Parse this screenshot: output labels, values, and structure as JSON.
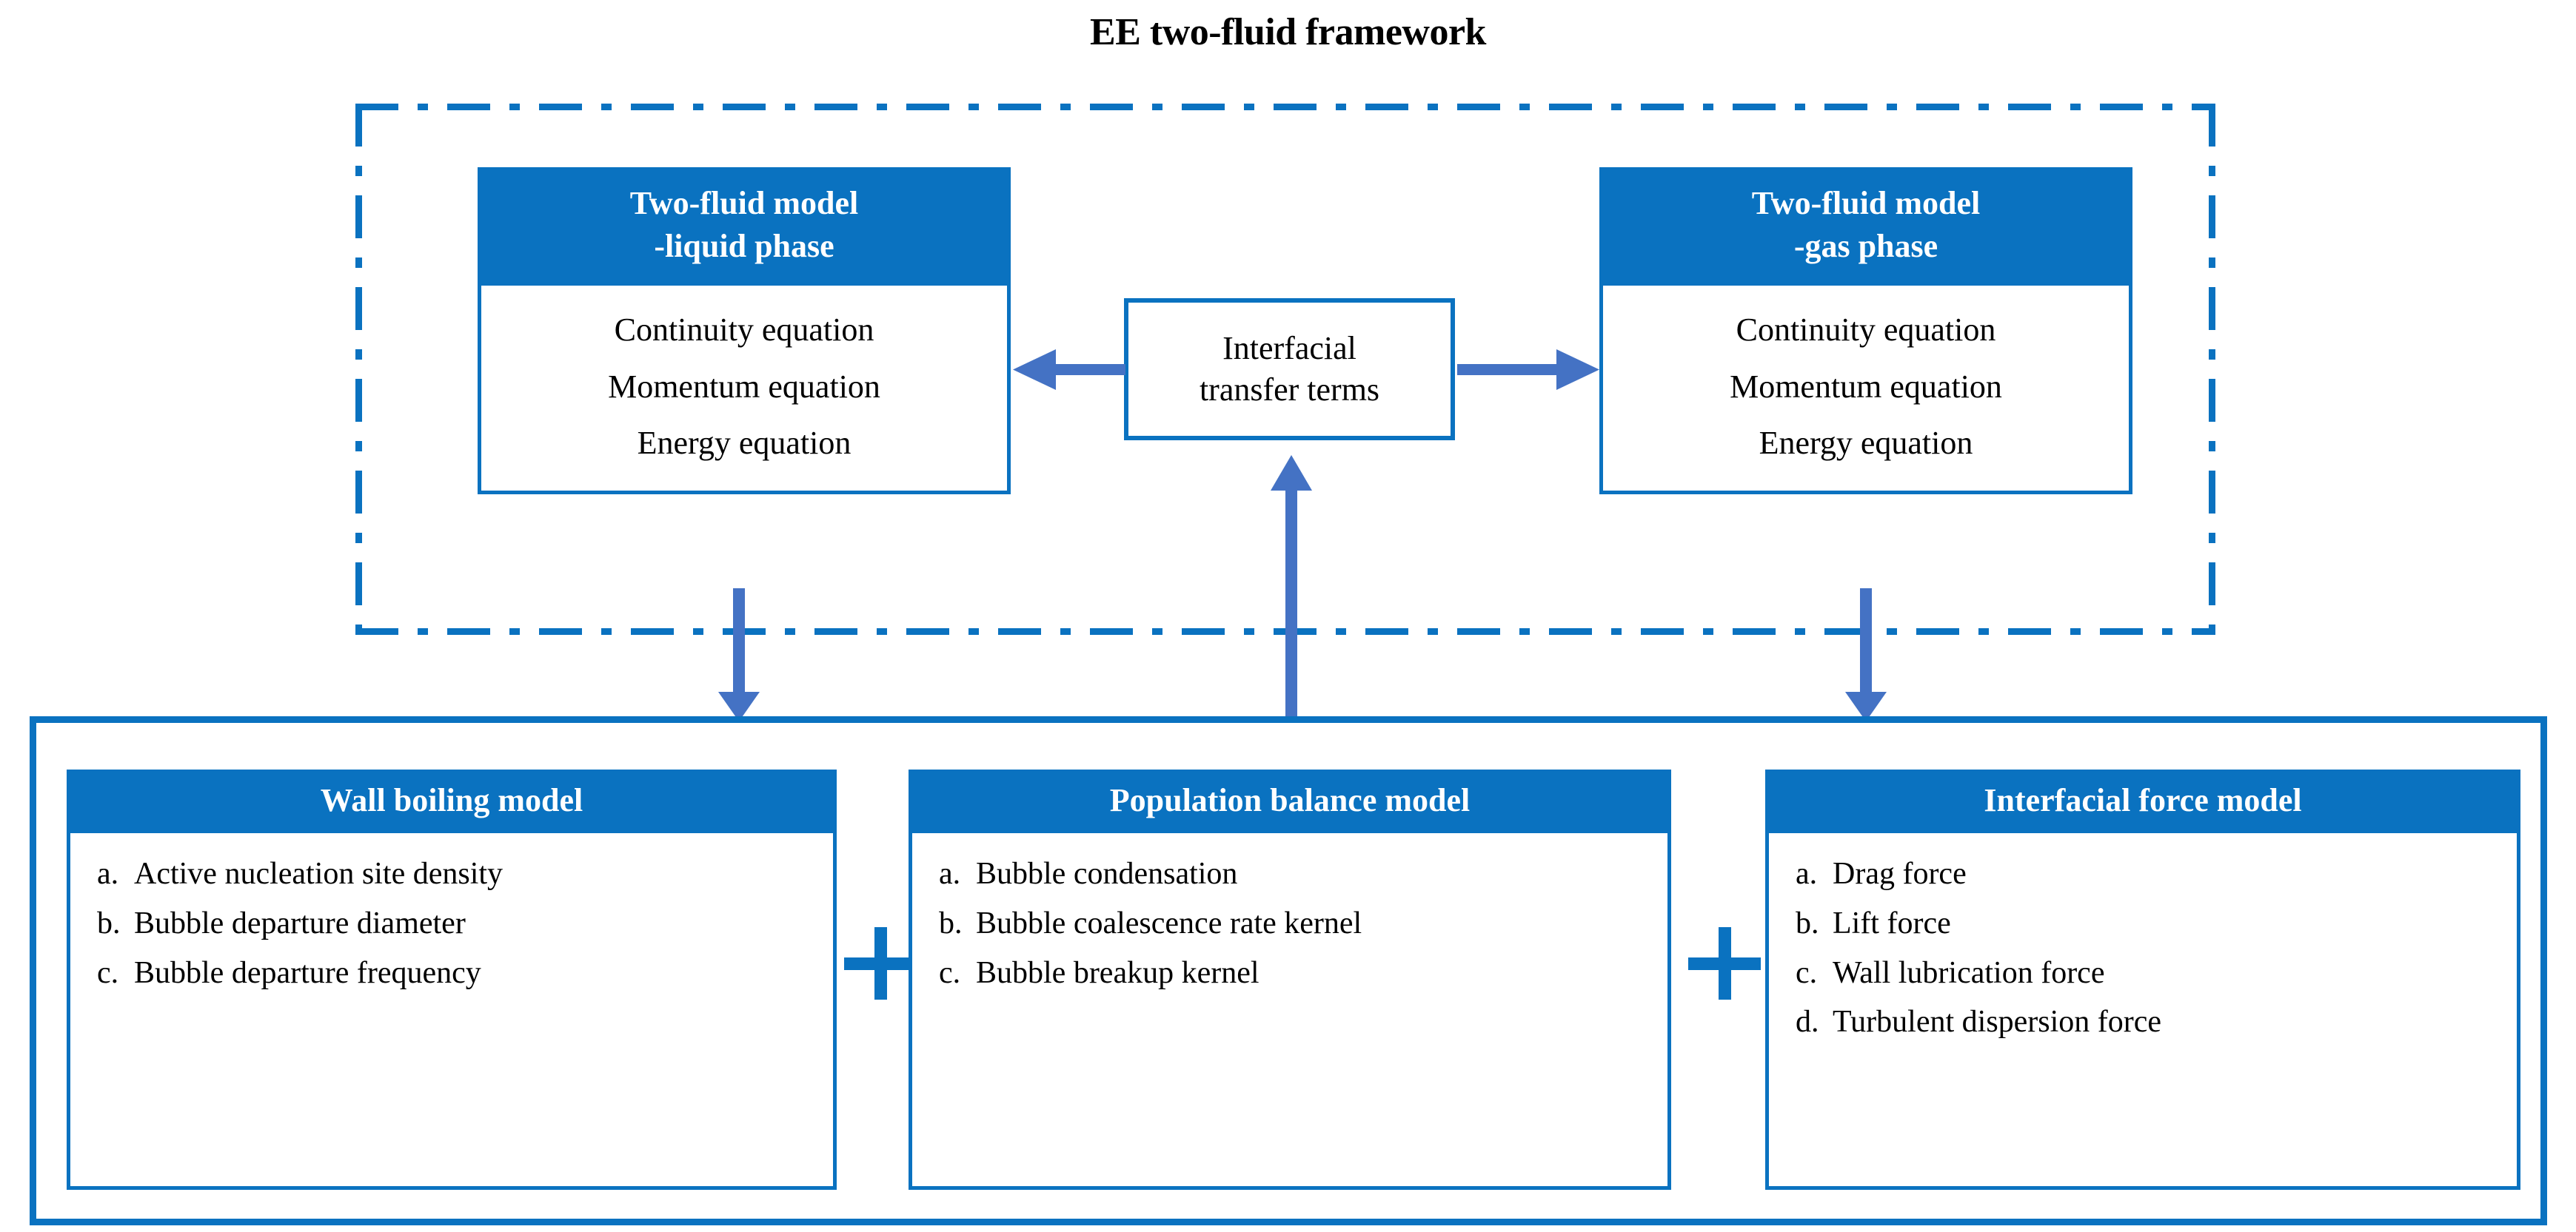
{
  "title": "EE two-fluid framework",
  "colors": {
    "primary_blue": "#0a72c0",
    "arrow_blue": "#4472c4",
    "text_black": "#000000",
    "header_text": "#ffffff",
    "background": "#ffffff"
  },
  "framework_region": {
    "border_style": "dash-dot",
    "border_color": "#0a72c0"
  },
  "liquid_box": {
    "header_line1": "Two-fluid model",
    "header_line2": "-liquid phase",
    "equations": [
      "Continuity equation",
      "Momentum equation",
      "Energy equation"
    ]
  },
  "gas_box": {
    "header_line1": "Two-fluid model",
    "header_line2": "-gas phase",
    "equations": [
      "Continuity equation",
      "Momentum equation",
      "Energy equation"
    ]
  },
  "interfacial_box": {
    "line1": "Interfacial",
    "line2": "transfer terms"
  },
  "models": [
    {
      "title": "Wall boiling model",
      "items": [
        {
          "marker": "a.",
          "text": "Active nucleation site density"
        },
        {
          "marker": "b.",
          "text": "Bubble departure diameter"
        },
        {
          "marker": "c.",
          "text": "Bubble departure frequency"
        }
      ]
    },
    {
      "title": "Population balance model",
      "items": [
        {
          "marker": "a.",
          "text": "Bubble condensation"
        },
        {
          "marker": "b.",
          "text": "Bubble coalescence rate kernel"
        },
        {
          "marker": "c.",
          "text": "Bubble breakup kernel"
        }
      ]
    },
    {
      "title": "Interfacial force model",
      "items": [
        {
          "marker": "a.",
          "text": "Drag force"
        },
        {
          "marker": "b.",
          "text": "Lift force"
        },
        {
          "marker": "c.",
          "text": "Wall lubrication force"
        },
        {
          "marker": "d.",
          "text": "Turbulent dispersion force"
        }
      ]
    }
  ],
  "operators": {
    "plus": "+"
  },
  "arrows": [
    {
      "name": "interfacial-to-liquid",
      "direction": "left"
    },
    {
      "name": "interfacial-to-gas",
      "direction": "right"
    },
    {
      "name": "liquid-to-models",
      "direction": "down"
    },
    {
      "name": "gas-to-models",
      "direction": "down"
    },
    {
      "name": "models-to-interfacial",
      "direction": "up"
    }
  ]
}
